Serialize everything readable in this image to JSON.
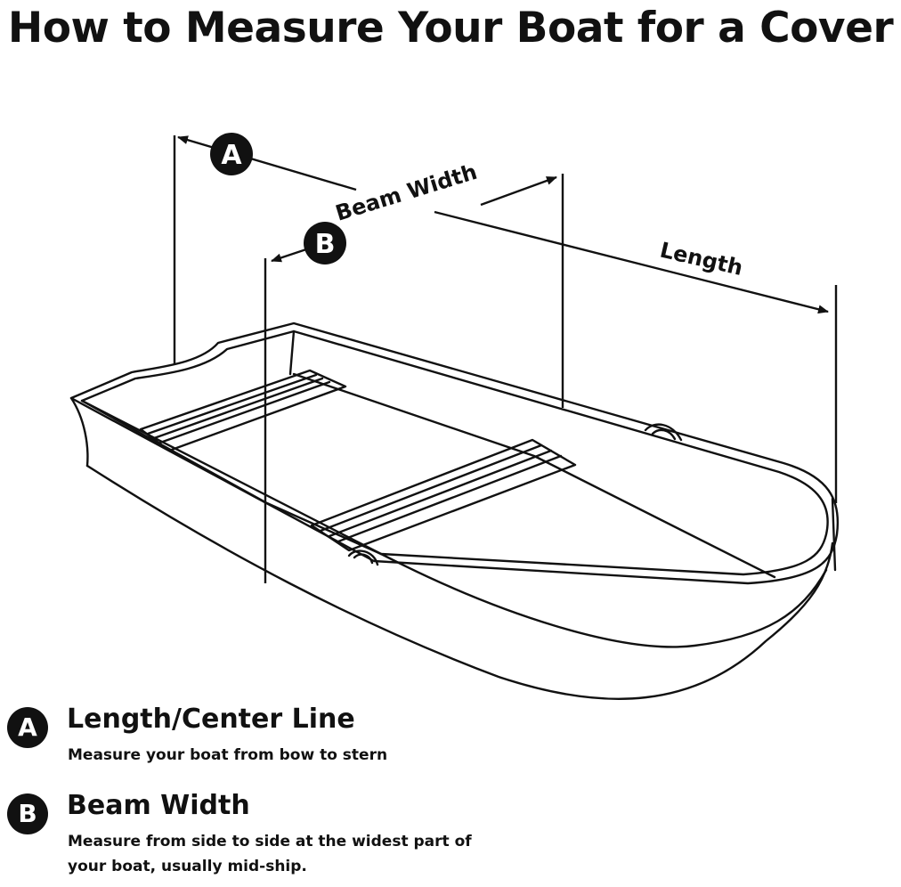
{
  "title": "How to Measure Your Boat for a Cover",
  "diagram": {
    "label_length": "Length",
    "label_beam_width": "Beam Width",
    "marker_a": "A",
    "marker_b": "B"
  },
  "legend": [
    {
      "marker": "A",
      "heading": "Length/Center Line",
      "description": "Measure your boat from bow to stern"
    },
    {
      "marker": "B",
      "heading": "Beam Width",
      "description": "Measure from side to side at the widest part of your boat, usually mid-ship."
    }
  ],
  "colors": {
    "ink": "#111111",
    "background": "#ffffff"
  }
}
